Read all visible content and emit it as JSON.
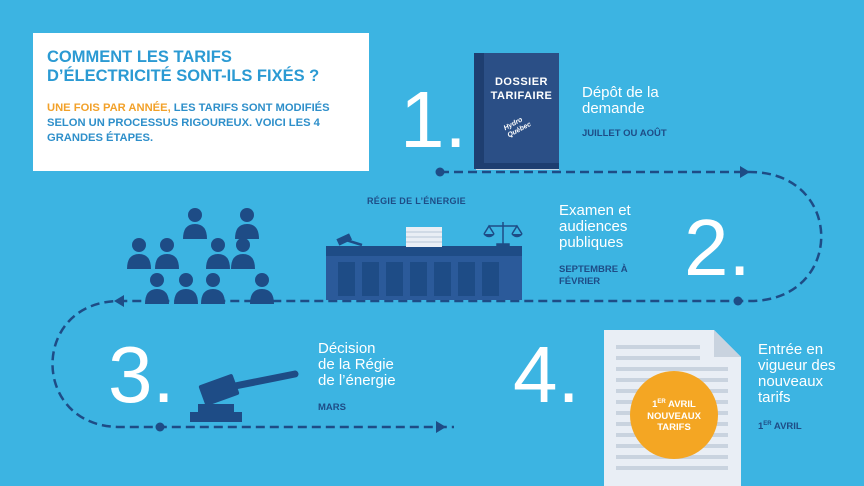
{
  "colors": {
    "background": "#3cb4e2",
    "path": "#1e4c86",
    "accent": "#f4a623",
    "title": "#2b9ad3"
  },
  "intro": {
    "title_line1": "COMMENT LES TARIFS",
    "title_line2": "D’ÉLECTRICITÉ SONT-ILS FIXÉS ?",
    "highlight": "UNE FOIS PAR ANNÉE,",
    "body_rest": " LES TARIFS SONT MODIFIÉS SELON UN PROCESSUS RIGOUREUX. VOICI LES 4 GRANDES ÉTAPES."
  },
  "steps": [
    {
      "number": "1.",
      "description_lines": [
        "Dépôt de la",
        "demande"
      ],
      "date": "JUILLET OU AOÛT",
      "icon": "book-icon"
    },
    {
      "number": "2.",
      "description_lines": [
        "Examen et",
        "audiences",
        "publiques"
      ],
      "date_lines": [
        "SEPTEMBRE À",
        "FÉVRIER"
      ],
      "icon": "hearing-icon"
    },
    {
      "number": "3.",
      "description_lines": [
        "Décision",
        "de la Régie",
        "de l’énergie"
      ],
      "date": "MARS",
      "icon": "gavel-icon"
    },
    {
      "number": "4.",
      "description_lines": [
        "Entrée en",
        "vigueur des",
        "nouveaux",
        "tarifs"
      ],
      "date_main": "1",
      "date_sup": "ER",
      "date_rest": " AVRIL",
      "icon": "document-icon"
    }
  ],
  "book": {
    "line1": "DOSSIER",
    "line2": "TARIFAIRE",
    "brand_line1": "Hydro",
    "brand_line2": "Québec"
  },
  "regie_label": "RÉGIE DE L’ÉNERGIE",
  "badge": {
    "line1_main": "1",
    "line1_sup": "ER",
    "line1_rest": " AVRIL",
    "line2": "NOUVEAUX",
    "line3": "TARIFS"
  }
}
